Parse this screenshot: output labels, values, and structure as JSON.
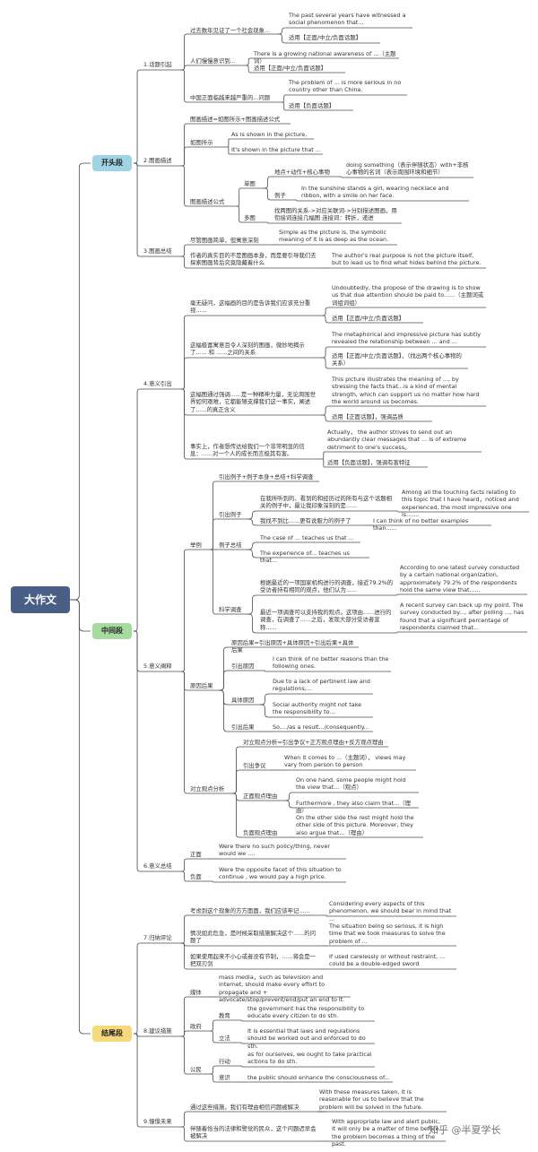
{
  "root": "大作文",
  "sections": {
    "s1": "开头段",
    "s2": "中间段",
    "s3": "结尾段"
  },
  "nodes": {
    "a1": "1.话题引起",
    "a1_1": "过去数年见证了一个社会现象...",
    "a1_1a": "The past several years have witnessed a social phenomenon that...",
    "a1_1b": "适用【正面/中立/负面话题】",
    "a1_2": "人们慢慢意识到...",
    "a1_2a": "There is a growing national awareness of ...（主题词）",
    "a1_2b": "适用【正面/中立/负面话题】",
    "a1_3": "中国正面临越来越严重的...问题",
    "a1_3a": "The problem of ... is more serious in no country other than China.",
    "a1_3b": "适用【负面话题】",
    "a2": "2.图画描述",
    "a2_1": "图画描述=如图所示+图画描述公式",
    "a2_2": "如图所示",
    "a2_2a": "As is shown in the picture,",
    "a2_2b": "It's shown in the picture that ...",
    "a2_3": "图画描述公式",
    "a2_3s": "单图",
    "a2_3s1": "地点+动作+核心事物",
    "a2_3s1a": "doing something（表示伴随状态）with+非核心事物的名词（表示周围环境和细节）",
    "a2_3s2": "例子",
    "a2_3s2a": "In the sunshine stands a girl, wearing necklace and ribbon, with a smile on her face.",
    "a2_3m": "多图",
    "a2_3m1": "找两图的关系->对应关联词->分别描述图画，用衔接词连接几幅图 连接词：转折，递进",
    "a3": "3.图画总结",
    "a3_1": "尽管图画简单，但寓意深刻",
    "a3_1a": "Simple as the picture is, the symbolic meaning of it is as deep as the ocean.",
    "a3_2": "作者的真实目的不是图画本身，而是要引导我们去探索图画背后究竟隐藏着什么",
    "a3_2a": "The author's real purpose is not the picture itself, but to lead us to find what hides behind the picture.",
    "b4": "4.意义引出",
    "b4_1": "毫无疑问，这幅画的目的是告诉我们应该充分重视......",
    "b4_1a": "Undoubtedly, the propose of the drawing is to show us that due attention should be paid to......（主题词或词组词组）",
    "b4_1b": "适用【正面/中立/负面话题】",
    "b4_2": "这幅极富寓意且令人深刻的图画，微妙地揭示了...... 和 ......之间的关系",
    "b4_2a": "The metaphorical and impressive picture has subtly revealed the relationship between ... and ...",
    "b4_2b": "适用【正面/中立/负面话题】，（找出两个核心事物的关系）",
    "b4_3": "这幅图通过强调......是一种精神力量，无论周围世界如何艰难，它都能够支撑我们这一事实，阐述了......的真正含义",
    "b4_3a": "This picture illustrates the meaning of ..., by stressing the facts that...is a kind of mental strength, which can support us no matter how hard the world around us becomes.",
    "b4_3b": "适用【正面话题】，强调品质",
    "b4_4": "事实上，作者想传达给我们一个非常明显的信息：......对一个人的成长而言极其有害。",
    "b4_4a": "Actually，  the author strives to send out an abundantly clear messages that ... is of extreme detriment to one's success。",
    "b4_4b": "适用【负面话题】，强调有害特征",
    "b5": "5.意义阐释",
    "b5_e": "举例",
    "b5_e0": "引出例子+例子本身+总结+科学调查",
    "b5_e1": "引出例子",
    "b5_e1a": "在我所听到的、看到的和经历过的所有与这个话题相关的例子中，最让我印象深刻的是......",
    "b5_e1a_en": "Among all the touching facts relating to this topic that I have heard，noticed and experienced, the most impressive one is.......",
    "b5_e1b": "我找不到比......更有说服力的例子了",
    "b5_e1b_en": "I can think of no better examples than......",
    "b5_e2": "例子总结",
    "b5_e2a": "The case of ... teaches us that ...",
    "b5_e2b": "The experience of... teaches us that...",
    "b5_e3": "科学调查",
    "b5_e3a": "根据最近的一项国家机构进行的调查，接近79.2%的受访者持有相同的观点，他们认为......",
    "b5_e3a_en": "According to one latest survey conducted by a certain national organization, approximately 79.2% of the respondents hold the same view that......",
    "b5_e3b": "最近一项调查可以支持我的观点。这项由......进行的调查，在调查了......之后，发现大部分受访者宣称......",
    "b5_e3b_en": "A recent survey can back up my point. The survey conducted by..., after polling ..., has found that a significant percentage of respondents claimed that...",
    "b5_r": "原因后果",
    "b5_r0": "原因后果=引出原因+具体原因+引出后果+具体后果",
    "b5_r1": "引出原因",
    "b5_r1a": "I can think of no better reasons than the following ones.",
    "b5_r2": "具体原因",
    "b5_r2a": "Due to a lack of pertinent law and regulations,...",
    "b5_r2b": "Social authority might not take the responsibility to...",
    "b5_r3": "引出后果",
    "b5_r3a": "So,.../as a result.../consequently...",
    "b5_o": "对立观点分析",
    "b5_o0": "对立观点分析=引出争议+正方观点理由+反方观点理由",
    "b5_o1": "引出争议",
    "b5_o1a": "When it comes to ...（主题词）， views may vary from person to person",
    "b5_o2": "正面观点理由",
    "b5_o2a": "On one hand, some people might hold the view that...（观点）",
    "b5_o2b": "Furthermore , they also claim that...（理由）",
    "b5_o3": "负面观点理由",
    "b5_o3a": "On the other side the rest might hold the other side of this picture. Moreover, they also argue that...（理由）",
    "b6": "6.意义总结",
    "b6_1": "正面",
    "b6_1a": "Were there no such policy/thing, never would we ....",
    "b6_2": "负面",
    "b6_2a": "Were the opposite facet of this situation to continue , we would pay a high price.",
    "c7": "7.归纳评论",
    "c7_1": "考虑到这个现象的方方面面，我们应该牢记......",
    "c7_1a": "Considering every aspects of this phenomenon, we should bear in mind that ...",
    "c7_2": "情况如此危急，是时候采取措施解决这个......的问题了",
    "c7_2a": "The situation being so serious, it is high time that we took measures to solve the problem of ...",
    "c7_3": "如果使用起来不小心或者没有节制，......将会是一把双刃剑",
    "c7_3a": "If used carelessly or without restraint, ... could be a double-edged sword",
    "c8": "8.建议措施",
    "c8_1": "媒体",
    "c8_1a": "mass media，such as television and internet, should make every effort to propagate and + advocate/stop/prevent/end/put an end to it.",
    "c8_2": "政府",
    "c8_2e": "教育",
    "c8_2ea": "the government has the responsibility to educate every citizen to do sth.",
    "c8_2l": "立法",
    "c8_2la": "It is essential that laws and regulations should be worked out and enforced to do sth.",
    "c8_3": "公民",
    "c8_3a": "行动",
    "c8_3aa": "as for ourselves, we ought to take practical actions to do sth.",
    "c8_3c": "意识",
    "c8_3ca": "the public should enhance the consciousness of...",
    "c9": "9.憧憬未来",
    "c9_1": "通过这些措施，我们有理由相信问题被解决",
    "c9_1a": "With these measures taken, it is reasonable for us to believe that the problem will be solved in the future.",
    "c9_2": "伴随着恰当的法律和警觉的民众，这个问题迟早会被解决",
    "c9_2a": "With appropriate law and alert public, it will only be a matter of time before the problem becomes a thing of the past."
  },
  "watermark": "知乎 @半夏学长",
  "colors": {
    "root": "#4a5f86",
    "s1": "#9fd4e6",
    "s2": "#a6dba0",
    "s3": "#f6d97a",
    "line": "#4a4a4a"
  }
}
